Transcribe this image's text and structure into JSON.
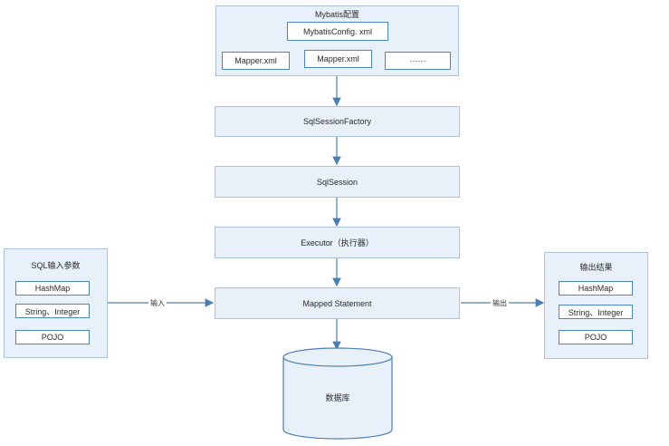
{
  "config": {
    "title": "Mybatis配置",
    "main_file": "MybatisConfig. xml",
    "mappers": [
      "Mapper.xml",
      "Mapper.xml",
      "······"
    ]
  },
  "flow": {
    "factory": "SqlSessionFactory",
    "session": "SqlSession",
    "executor": "Executor（执行器）",
    "statement": "Mapped Statement",
    "database": "数据库"
  },
  "input": {
    "title": "SQL输入参数",
    "items": [
      "HashMap",
      "String、Integer",
      "POJO"
    ],
    "arrow_label": "输入"
  },
  "output": {
    "title": "输出结果",
    "items": [
      "HashMap",
      "String、Integer",
      "POJO"
    ],
    "arrow_label": "输出"
  },
  "colors": {
    "box_fill": "#e8f0fa",
    "box_border": "#a9c2de",
    "inner_border": "#4a86c8",
    "arrow": "#4a7fb5"
  }
}
